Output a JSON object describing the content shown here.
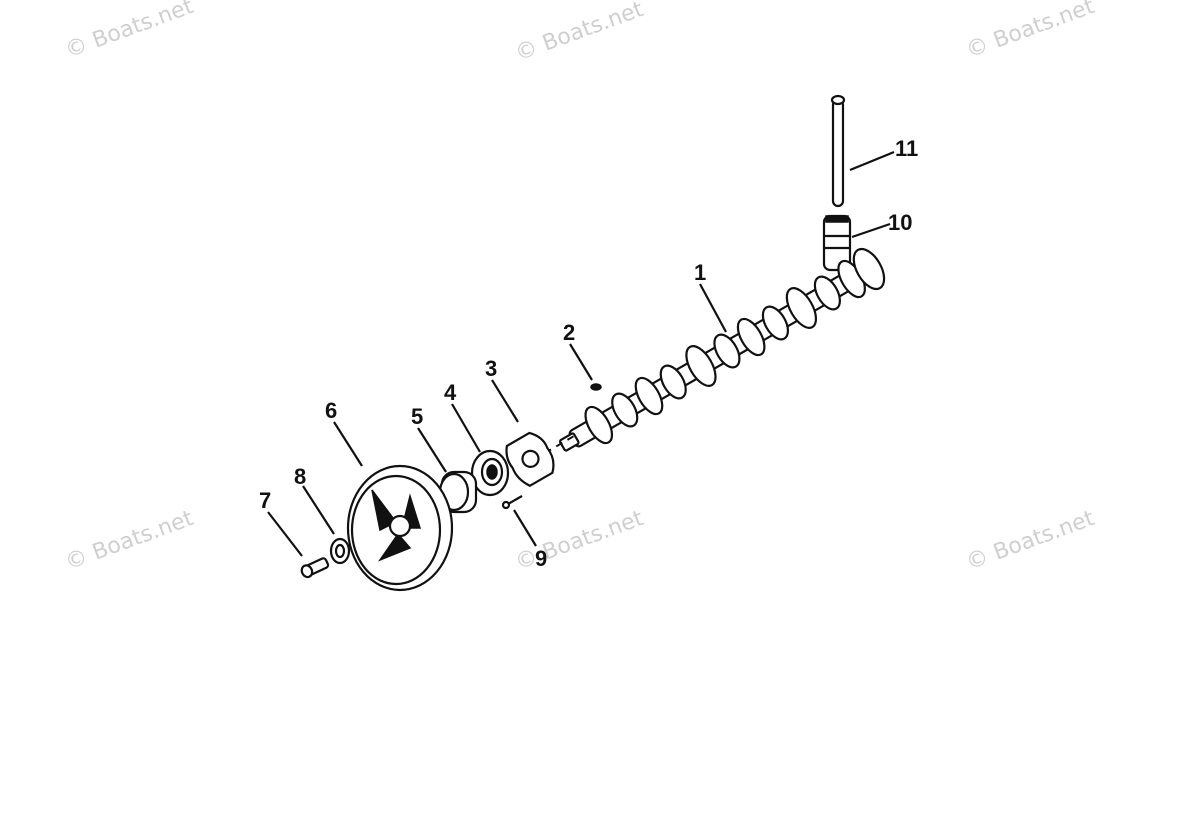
{
  "watermark": {
    "text": "© Boats.net",
    "color": "#cfcfcf"
  },
  "callouts": [
    {
      "number": "1",
      "part": "camshaft"
    },
    {
      "number": "2",
      "part": "key"
    },
    {
      "number": "3",
      "part": "thrust-plate"
    },
    {
      "number": "4",
      "part": "bearing"
    },
    {
      "number": "5",
      "part": "spacer"
    },
    {
      "number": "6",
      "part": "camshaft-gear"
    },
    {
      "number": "7",
      "part": "bolt"
    },
    {
      "number": "8",
      "part": "washer"
    },
    {
      "number": "9",
      "part": "screw"
    },
    {
      "number": "10",
      "part": "valve-lifter"
    },
    {
      "number": "11",
      "part": "push-rod"
    }
  ]
}
